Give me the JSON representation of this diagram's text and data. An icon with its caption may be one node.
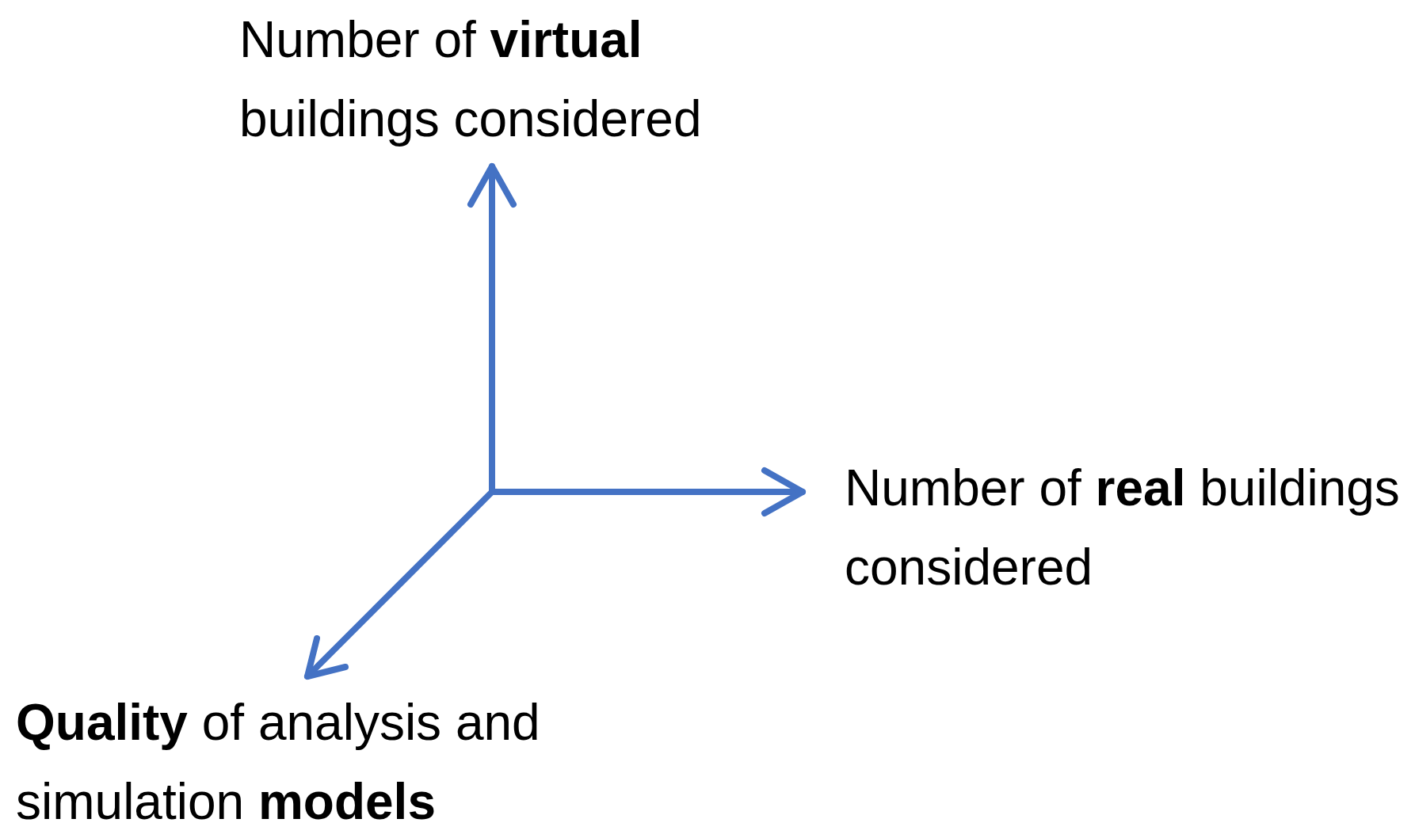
{
  "diagram": {
    "labels": [
      "Number of **virtual** buildings considered",
      "Number of **real** buildings considered",
      "**Quality** of analysis and simulation **models**"
    ]
  }
}
